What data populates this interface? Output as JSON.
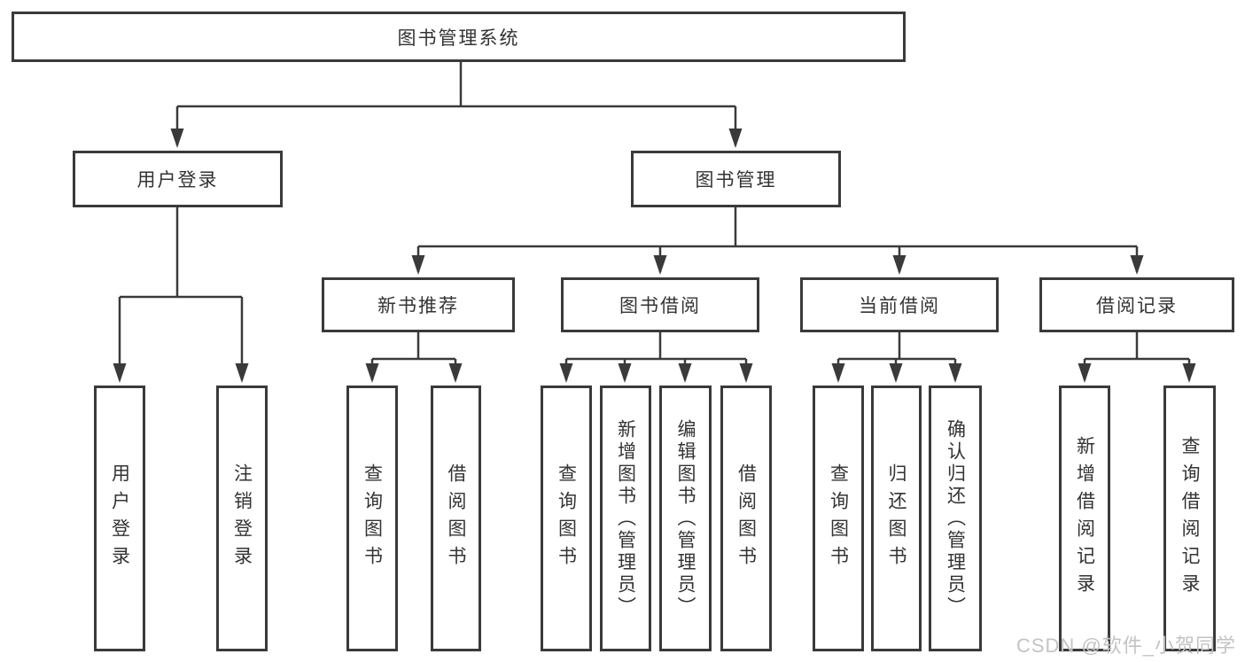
{
  "diagram": {
    "root": {
      "label": "图书管理系统"
    },
    "level2": [
      {
        "label": "用户登录"
      },
      {
        "label": "图书管理"
      }
    ],
    "level3": [
      {
        "label": "新书推荐"
      },
      {
        "label": "图书借阅"
      },
      {
        "label": "当前借阅"
      },
      {
        "label": "借阅记录"
      }
    ],
    "leaves": {
      "user_login": [
        "用户登录",
        "注销登录"
      ],
      "new_book": [
        "查询图书",
        "借阅图书"
      ],
      "book_borrow": [
        "查询图书",
        "新增图书（管理员）",
        "编辑图书（管理员）",
        "借阅图书"
      ],
      "current_borrow": [
        "查询图书",
        "归还图书",
        "确认归还（管理员）"
      ],
      "borrow_records": [
        "新增借阅记录",
        "查询借阅记录"
      ]
    }
  },
  "watermark": {
    "text": "CSDN @软件_小贺同学"
  },
  "colors": {
    "line": "#3a3a3a",
    "text": "#333333",
    "watermark": "#c3c3c3",
    "background": "#ffffff"
  }
}
